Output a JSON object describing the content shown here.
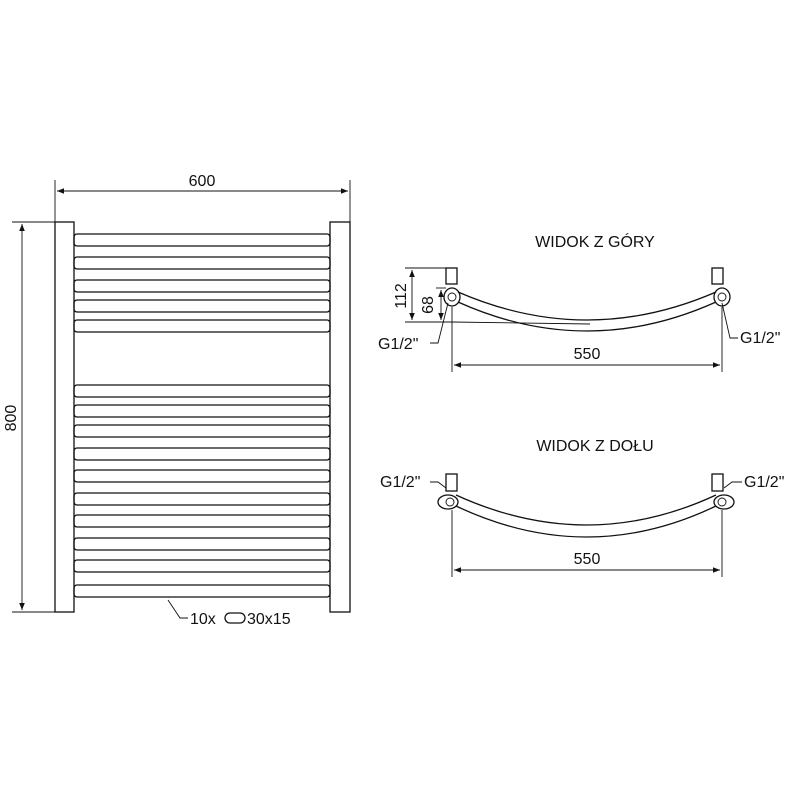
{
  "front_view": {
    "width_label": "600",
    "height_label": "800",
    "tube_spec_count": "10x",
    "tube_spec_size": "30x15",
    "tube_count": 15
  },
  "top_view": {
    "title": "WIDOK Z GÓRY",
    "dim_112": "112",
    "dim_68": "68",
    "left_conn": "G1/2\"",
    "right_conn": "G1/2\"",
    "width": "550"
  },
  "bottom_view": {
    "title": "WIDOK Z DOŁU",
    "left_conn": "G1/2\"",
    "right_conn": "G1/2\"",
    "width": "550"
  }
}
